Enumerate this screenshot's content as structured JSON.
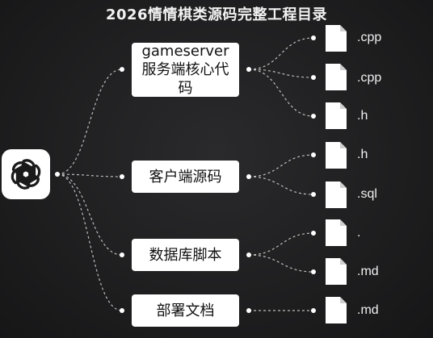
{
  "title": "2026情情棋类源码完整工程目录",
  "root": {
    "icon": "openai-logo-icon",
    "bg_color": "#ffffff",
    "fg_color": "#1a1a1a"
  },
  "categories": [
    {
      "label": "gameserver服务端核心代码"
    },
    {
      "label": "客户端源码"
    },
    {
      "label": "数据库脚本"
    },
    {
      "label": "部署文档"
    }
  ],
  "files": [
    {
      "label": ".cpp",
      "category": 0,
      "icon": "file-icon"
    },
    {
      "label": ".cpp",
      "category": 0,
      "icon": "file-icon"
    },
    {
      "label": ".h",
      "category": 0,
      "icon": "file-icon"
    },
    {
      "label": ".h",
      "category": 1,
      "icon": "file-icon"
    },
    {
      "label": ".sql",
      "category": 1,
      "icon": "file-icon"
    },
    {
      "label": ".",
      "category": 2,
      "icon": "file-icon"
    },
    {
      "label": ".md",
      "category": 2,
      "icon": "file-icon"
    },
    {
      "label": ".md",
      "category": 3,
      "icon": "file-icon"
    }
  ],
  "style": {
    "background": "#1d1d1f",
    "connector_color": "#bdbdbd",
    "node_fill": "#ffffff",
    "text_dark": "#111111"
  }
}
